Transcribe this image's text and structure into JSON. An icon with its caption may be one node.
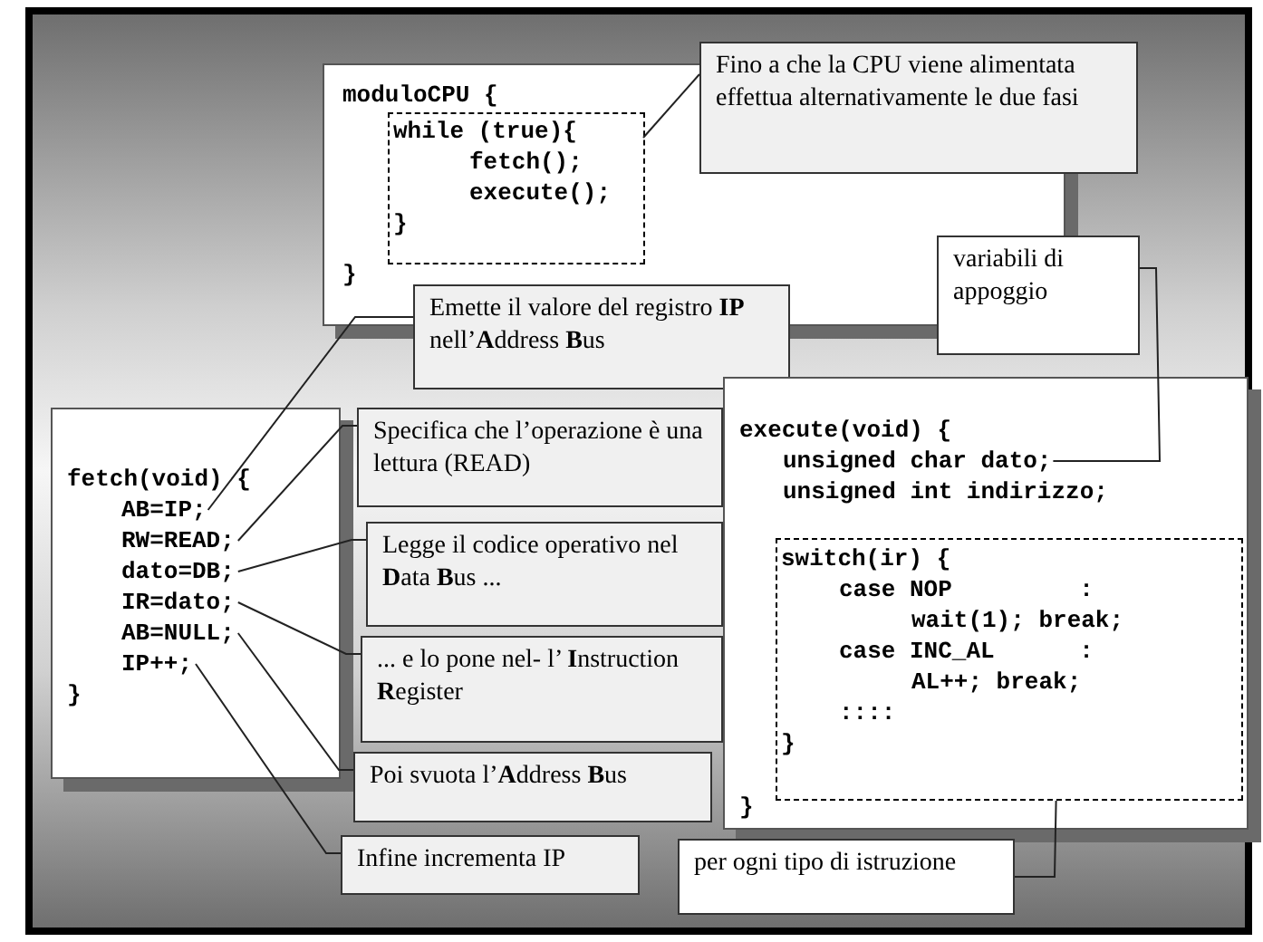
{
  "diagram": {
    "nodes": [
      {
        "text": [
          "moduloCPU {",
          "}"
        ]
      },
      {
        "text": [
          "while (true){",
          "fetch();",
          "execute();",
          "}"
        ],
        "in": 0
      },
      {
        "text": [
          "Fino a che la CPU viene alimentata effettua alternativamente le due fasi"
        ]
      },
      {
        "text": [
          "variabili di appoggio"
        ]
      },
      {
        "text": [
          "Emette il valore del registro **IP** nell’**A**ddress **B**us"
        ]
      },
      {
        "text": [
          "fetch(void) {",
          "}"
        ]
      },
      {
        "text": [
          "AB=IP;"
        ],
        "in": 5
      },
      {
        "text": [
          "RW=READ;"
        ],
        "in": 5
      },
      {
        "text": [
          "dato=DB;"
        ],
        "in": 5
      },
      {
        "text": [
          "IR=dato;"
        ],
        "in": 5
      },
      {
        "text": [
          "AB=NULL;"
        ],
        "in": 5
      },
      {
        "text": [
          "IP++;"
        ],
        "in": 5
      },
      {
        "text": [
          "Specifica che l’operazione è una lettura (READ)"
        ]
      },
      {
        "text": [
          "Legge il codice operativo nel **D**ata **B**us ..."
        ]
      },
      {
        "text": [
          "... e lo pone nel- l’ **I**nstruction **R**egister"
        ]
      },
      {
        "text": [
          "Poi svuota l’**A**ddress **B**us"
        ]
      },
      {
        "text": [
          "Infine incrementa IP"
        ]
      },
      {
        "text": [
          "execute(void) {",
          "}"
        ]
      },
      {
        "text": [
          "unsigned char dato;"
        ],
        "in": 17
      },
      {
        "text": [
          "unsigned int indirizzo;"
        ],
        "in": 17
      },
      {
        "text": [
          "switch(ir) {",
          "case NOP         :",
          "wait(1); break;",
          "case INC_AL      :",
          "AL++; break;",
          "::::",
          "}"
        ],
        "in": 17
      },
      {
        "text": [
          "per ogni tipo di istruzione"
        ]
      }
    ],
    "edges": [
      {
        "from": 2,
        "to": 1,
        "arrow": "none"
      },
      {
        "from": 3,
        "to": 18,
        "arrow": "none"
      },
      {
        "from": 4,
        "to": 6,
        "arrow": "none"
      },
      {
        "from": 12,
        "to": 7,
        "arrow": "none"
      },
      {
        "from": 13,
        "to": 8,
        "arrow": "none"
      },
      {
        "from": 14,
        "to": 9,
        "arrow": "none"
      },
      {
        "from": 15,
        "to": 10,
        "arrow": "none"
      },
      {
        "from": 16,
        "to": 11,
        "arrow": "none"
      },
      {
        "from": 21,
        "to": 20,
        "arrow": "none"
      }
    ]
  }
}
